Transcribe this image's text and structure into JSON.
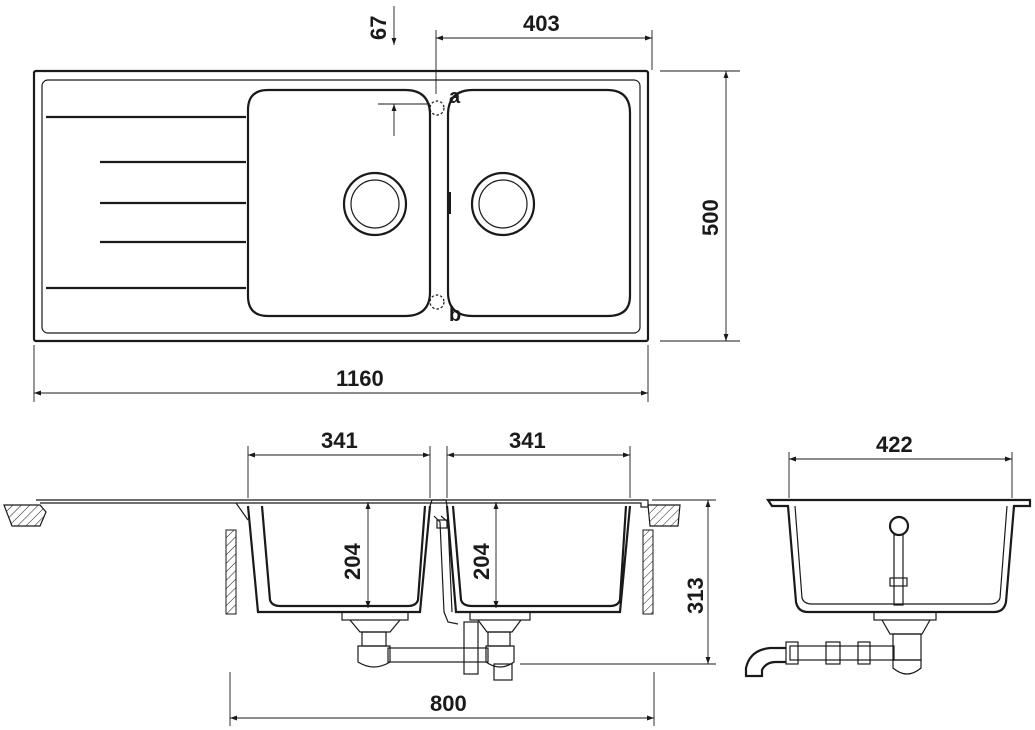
{
  "top_view": {
    "dimensions": {
      "overall_length": "1160",
      "overall_width": "500",
      "bowl_offset": "67",
      "bowl_spacing": "403"
    },
    "callouts": {
      "tap_hole_a": "a",
      "tap_hole_b": "b"
    }
  },
  "front_section": {
    "dimensions": {
      "left_bowl_width": "341",
      "right_bowl_width": "341",
      "left_bowl_depth": "204",
      "right_bowl_depth": "204",
      "total_height": "313",
      "cabinet_width": "800"
    }
  },
  "side_section": {
    "dimensions": {
      "bowl_length": "422"
    }
  }
}
